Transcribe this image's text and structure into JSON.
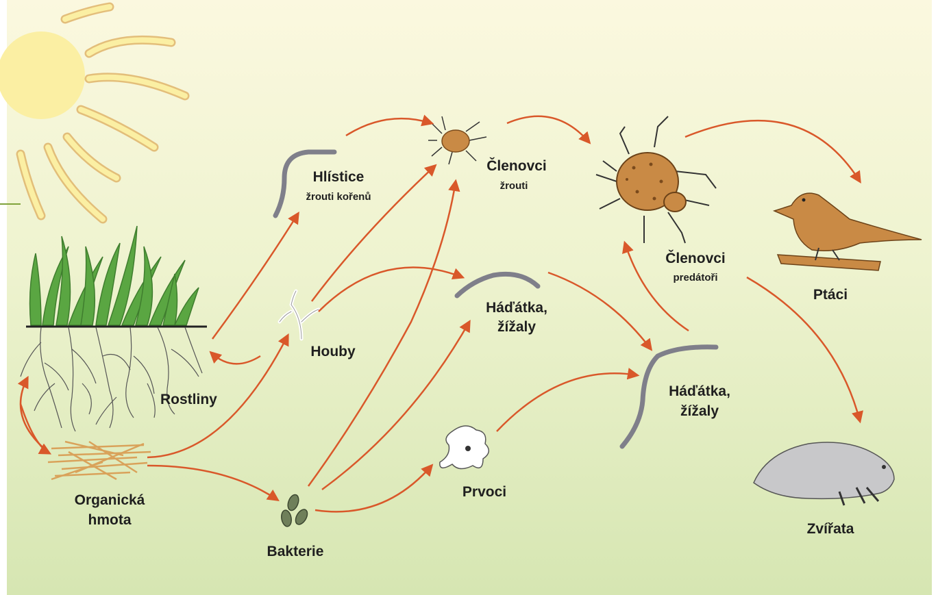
{
  "diagram": {
    "colors": {
      "background_top": "#fbf8df",
      "background_bottom": "#d8e7b4",
      "arrow": "#d9582a",
      "sun": "#fbefa3",
      "worm": "#7f7f8a",
      "creature": "#c78a46",
      "grass": "#4e9a3a"
    },
    "nodes": {
      "plants": "Rostliny",
      "organic_line1": "Organická",
      "organic_line2": "hmota",
      "bacteria": "Bakterie",
      "fungi": "Houby",
      "nematodes_title": "Hlístice",
      "nematodes_sub": "žrouti kořenů",
      "arthropods_eaters_title": "Členovci",
      "arthropods_eaters_sub": "žrouti",
      "worms_mid_line1": "Háďátka,",
      "worms_mid_line2": "žížaly",
      "protozoa": "Prvoci",
      "worms_right_line1": "Háďátka,",
      "worms_right_line2": "žížaly",
      "arthropods_predators_title": "Členovci",
      "arthropods_predators_sub": "predátoři",
      "birds": "Ptáci",
      "animals": "Zvířata"
    },
    "icons": [
      "sun-icon",
      "grass-roots-icon",
      "litter-icon",
      "bacteria-icon",
      "fungus-icon",
      "worm-icon",
      "mite-icon",
      "amoeba-icon",
      "bird-icon",
      "mole-icon"
    ]
  }
}
